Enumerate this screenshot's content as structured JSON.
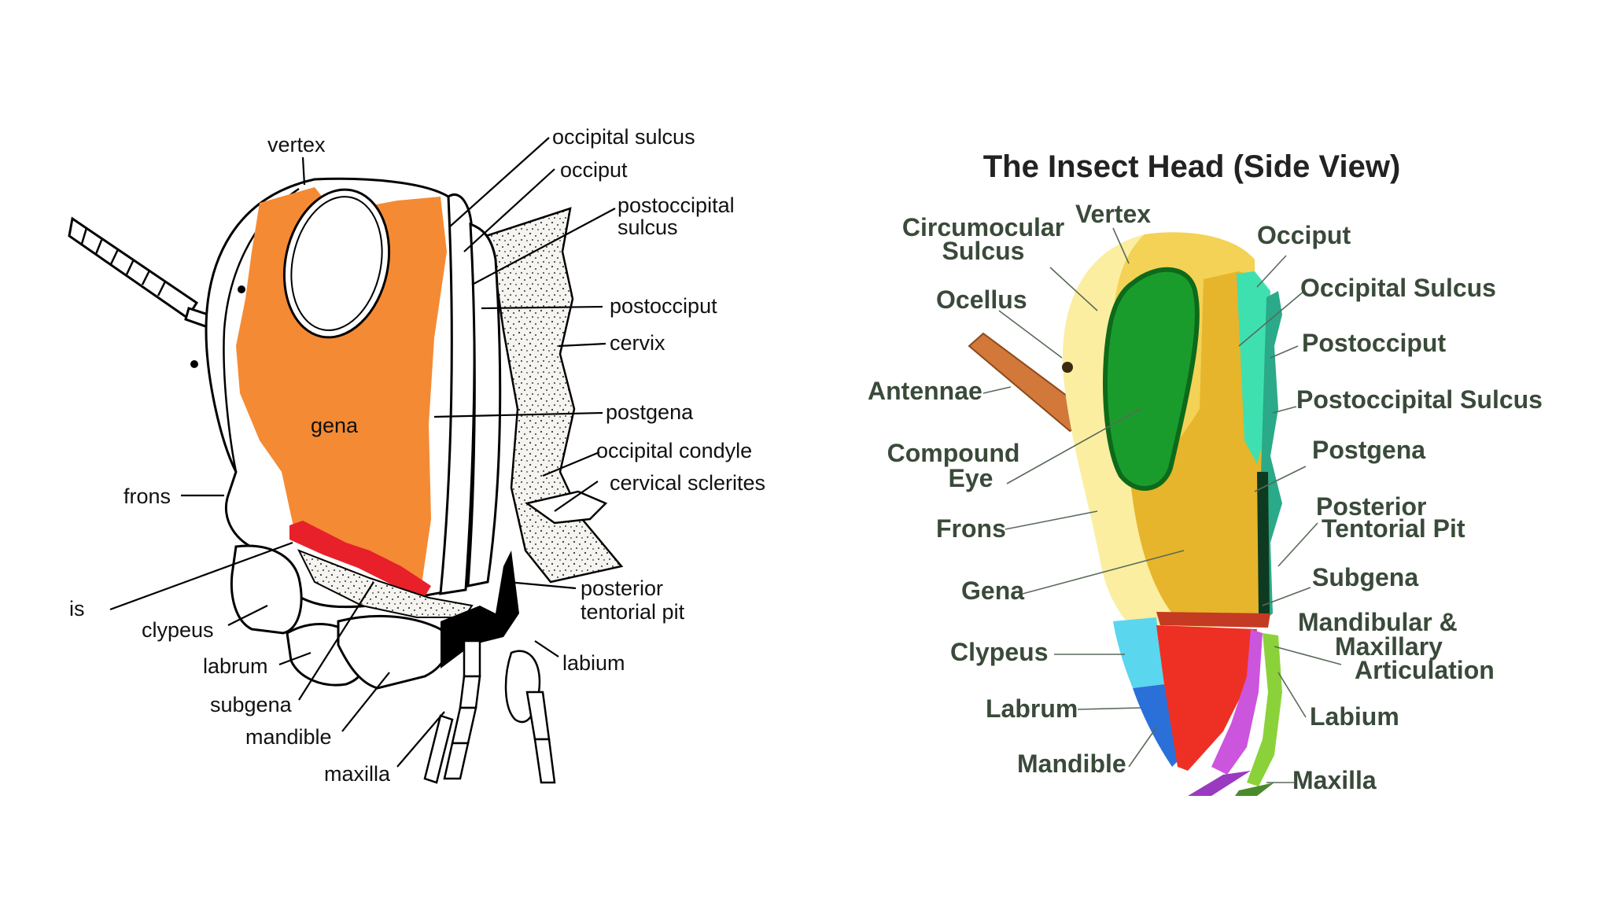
{
  "left_diagram": {
    "labels": {
      "vertex": "vertex",
      "occipital_sulcus": "occipital sulcus",
      "occiput": "occiput",
      "postoccipital_sulcus_1": "postoccipital",
      "postoccipital_sulcus_2": "sulcus",
      "postocciput": "postocciput",
      "cervix": "cervix",
      "gena": "gena",
      "postgena": "postgena",
      "occipital_condyle": "occipital condyle",
      "cervical_sclerites": "cervical sclerites",
      "frons": "frons",
      "cut_off": "is",
      "posterior_tentorial_pit_1": "posterior",
      "posterior_tentorial_pit_2": "tentorial pit",
      "clypeus": "clypeus",
      "labium": "labium",
      "labrum": "labrum",
      "subgena": "subgena",
      "mandible": "mandible",
      "maxilla": "maxilla"
    },
    "colors": {
      "gena": "#f58a34",
      "subgenal_band": "#e8202a",
      "cervical_fill": "#ece8e2"
    }
  },
  "right_diagram": {
    "title": "The Insect Head (Side View)",
    "labels": {
      "circumocular_sulcus_1": "Circumocular",
      "circumocular_sulcus_2": "Sulcus",
      "vertex": "Vertex",
      "occiput": "Occiput",
      "ocellus": "Ocellus",
      "occipital_sulcus": "Occipital Sulcus",
      "postocciput": "Postocciput",
      "antennae": "Antennae",
      "postoccipital_sulcus": "Postoccipital Sulcus",
      "compound_eye_1": "Compound",
      "compound_eye_2": "Eye",
      "postgena": "Postgena",
      "posterior_tentorial_pit_1": "Posterior",
      "posterior_tentorial_pit_2": "Tentorial Pit",
      "frons": "Frons",
      "subgena": "Subgena",
      "gena": "Gena",
      "mandibular_articulation_1": "Mandibular &",
      "mandibular_articulation_2": "Maxillary",
      "mandibular_articulation_3": "Articulation",
      "clypeus": "Clypeus",
      "labium": "Labium",
      "labrum": "Labrum",
      "mandible": "Mandible",
      "maxilla": "Maxilla"
    },
    "colors": {
      "head_light": "#fbeea0",
      "head_yellow": "#f3d255",
      "gena": "#e6b52b",
      "compound_eye": "#1a9c2c",
      "occiput": "#3fe0b0",
      "postocciput": "#2aaa88",
      "clypeus": "#5ad6ee",
      "labrum": "#2a70d8",
      "mandible": "#ee3024",
      "maxilla": "#cc55dd",
      "labium": "#8bd23a",
      "subgena_band": "#c43a22",
      "antenna": "#d2783a"
    }
  }
}
